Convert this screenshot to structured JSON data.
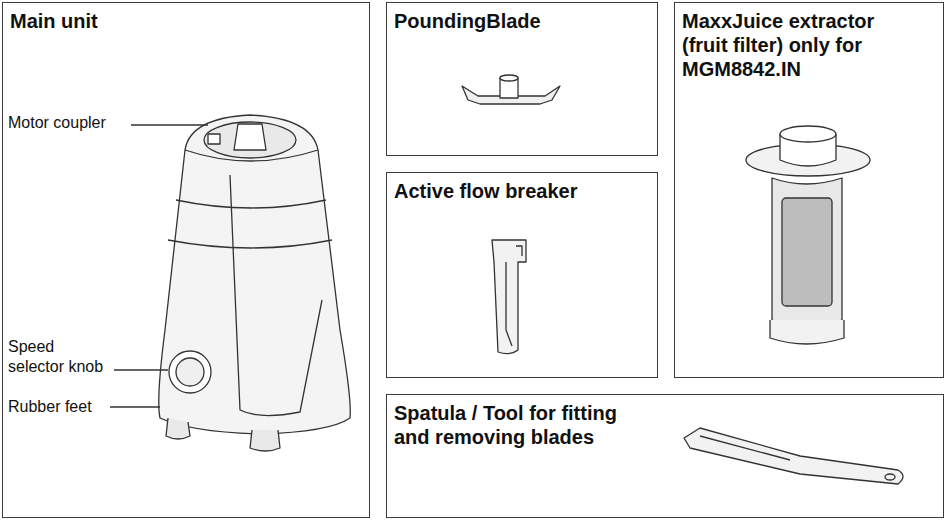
{
  "diagram": {
    "nodes": [
      {
        "text": [
          "Main unit"
        ]
      },
      {
        "text": [
          "PoundingBlade"
        ]
      },
      {
        "text": [
          "MaxxJuice extractor (fruit filter) only for MGM8842.IN"
        ]
      },
      {
        "text": [
          "Active flow breaker"
        ]
      },
      {
        "text": [
          "Spatula / Tool for fitting and removing blades"
        ]
      }
    ],
    "labels": [
      "Motor coupler",
      "Speed selector knob",
      "Rubber feet"
    ]
  }
}
